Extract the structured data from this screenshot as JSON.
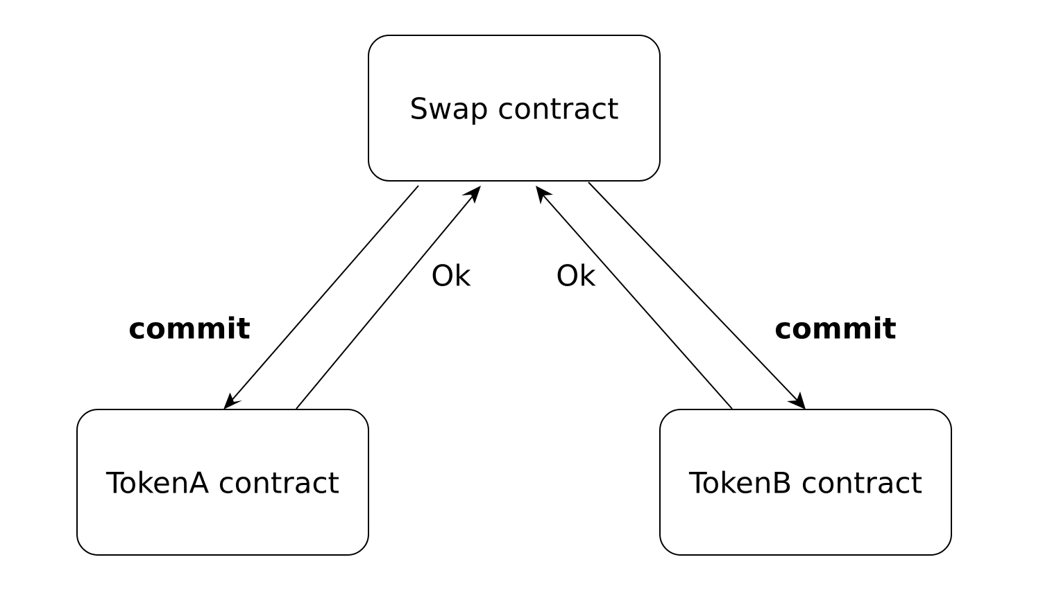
{
  "nodes": {
    "swap": {
      "label": "Swap contract"
    },
    "tokenA": {
      "label": "TokenA contract"
    },
    "tokenB": {
      "label": "TokenB contract"
    }
  },
  "edges": {
    "swap_to_tokenA": {
      "label": "commit",
      "from": "swap",
      "to": "tokenA"
    },
    "tokenA_to_swap": {
      "label": "Ok",
      "from": "tokenA",
      "to": "swap"
    },
    "tokenB_to_swap": {
      "label": "Ok",
      "from": "tokenB",
      "to": "swap"
    },
    "swap_to_tokenB": {
      "label": "commit",
      "from": "swap",
      "to": "tokenB"
    }
  }
}
